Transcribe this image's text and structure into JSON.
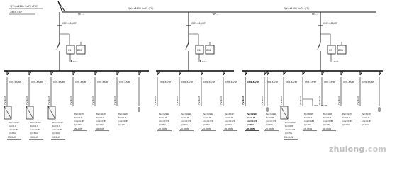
{
  "diagram": {
    "supply_label": "YJV-4x120+1x70 (P/C)",
    "supply_label_2": "2x50 / 4P",
    "feeder_cable_mid": "YJV-4x185+1x95 (PC)",
    "feeder_cable_right": "YJV-4x150+1x70 (PC)",
    "incomer_label_left": "PE ... ",
    "incomer_label_mid": "4P ... ",
    "incomer_label_right": "PE ... ",
    "sections": [
      {
        "breaker": "CM1-400/3P",
        "cap": "C1",
        "meter": "DS1",
        "meter_sub": "D=1",
        "branches": [
          {
            "breaker": "CM1-63/3P",
            "cable": "YJV-4x16",
            "lines": [
              "Pe=12kW",
              "Kx=0.8",
              "cos=0.85",
              "Ij=25A"
            ],
            "load": "25.0kW",
            "special": "box"
          },
          {
            "breaker": "CM1-63/3P",
            "cable": "YJV-4x16",
            "lines": [
              "Pe=15kW",
              "Kx=0.8",
              "cos=0.85",
              "Ij=30A"
            ],
            "load": "20.0kW",
            "special": "box2"
          },
          {
            "breaker": "CM1-63/3P",
            "cable": "YJV-4x16",
            "lines": [
              "Pe=10kW",
              "Kx=0.8",
              "cos=0.85",
              "Ij=20A"
            ],
            "load": "20.0kW",
            "special": "box3"
          },
          {
            "breaker": "CM1-63/3P",
            "cable": "YJV-4x10",
            "lines": [
              "Pe=8kW",
              "Kx=0.8",
              "cos=0.85",
              "Ij=18A"
            ],
            "load": "16.2kW",
            "special": ""
          },
          {
            "breaker": "CM1-63/3P",
            "cable": "YJV-4x10",
            "lines": [
              "Pe=9kW",
              "Kx=0.8",
              "cos=0.85",
              "Ij=19A"
            ],
            "load": "18.0kW",
            "special": ""
          },
          {
            "breaker": "CM1-63/3P",
            "cable": "YJV-4x10",
            "lines": [
              "Pe=6kW",
              "Kx=0.8",
              "cos=0.85",
              "Ij=12A"
            ],
            "load": "",
            "special": ""
          },
          {
            "breaker": "",
            "cable": "",
            "lines": [],
            "load": "",
            "special": "spare"
          }
        ]
      },
      {
        "breaker": "CM1-400/3P",
        "cap": "C2",
        "meter": "DS2",
        "meter_sub": "D=1",
        "branches": [
          {
            "breaker": "CM1-63/3P",
            "cable": "YJV-4x16",
            "lines": [
              "Pe=12kW",
              "Kx=0.8",
              "cos=0.85",
              "Ij=25A"
            ],
            "load": "25.0kW",
            "special": ""
          },
          {
            "breaker": "CM1-63/3P",
            "cable": "YJV-4x16",
            "lines": [
              "Pe=10kW",
              "Kx=0.8",
              "cos=0.85",
              "Ij=20A"
            ],
            "load": "20.0kW",
            "special": ""
          },
          {
            "breaker": "CM1-63/3P",
            "cable": "YJV-4x16",
            "lines": [
              "Pe=12kW",
              "Kx=0.8",
              "cos=0.85",
              "Ij=25A"
            ],
            "load": "25.0kW",
            "special": ""
          },
          {
            "breaker": "CM1-63/3P",
            "cable": "YJV-4x10",
            "lines": [
              "Pe=8kW",
              "Kx=0.8",
              "cos=0.85",
              "Ij=16A"
            ],
            "load": "16.0kW",
            "special": ""
          },
          {
            "breaker": "CM1-63/3P",
            "cable": "YJV-4x10",
            "lines": [
              "Pe=9kW",
              "Kx=0.8",
              "cos=0.85",
              "Ij=18A"
            ],
            "load": "18.0kW",
            "special": ""
          },
          {
            "breaker": "",
            "cable": "",
            "lines": [],
            "load": "",
            "special": "spare"
          }
        ]
      },
      {
        "breaker": "CM1-400/3P",
        "cap": "C3",
        "meter": "DS3",
        "meter_sub": "D=1",
        "branches": [
          {
            "breaker": "CM1-63/3P",
            "cable": "YJV-4x16",
            "lines": [
              "Pe=12kW",
              "Kx=0.8",
              "cos=0.85",
              "Ij=25A"
            ],
            "load": "25.0kW",
            "special": ""
          },
          {
            "breaker": "CM1-63/3P",
            "cable": "YJV-4x16",
            "lines": [
              "Pe=10kW",
              "Kx=0.8",
              "cos=0.85",
              "Ij=20A"
            ],
            "load": "20.0kW",
            "special": ""
          },
          {
            "breaker": "CM1-63/3P",
            "cable": "YJV-4x16",
            "lines": [
              "Pe=12kW",
              "Kx=0.8",
              "cos=0.85",
              "Ij=25A"
            ],
            "load": "25.0kW",
            "special": "box"
          },
          {
            "breaker": "CM1-63/3P",
            "cable": "YJV-4x10",
            "lines": [
              "Pe=8kW",
              "Kx=0.8",
              "cos=0.85",
              "Ij=16A"
            ],
            "load": "16.0kW",
            "special": "sub"
          },
          {
            "breaker": "CM1-63/3P",
            "cable": "YJV-4x10",
            "lines": [
              "Pe=9kW",
              "Kx=0.8",
              "cos=0.85",
              "Ij=18A"
            ],
            "load": "18.0kW",
            "special": ""
          },
          {
            "breaker": "CM1-63/3P",
            "cable": "YJV-4x10",
            "lines": [
              "Pe=6kW",
              "Kx=0.8",
              "cos=0.85",
              "Ij=12A"
            ],
            "load": "",
            "special": ""
          },
          {
            "breaker": "CM1-63/3P",
            "cable": "YJV-4x10",
            "lines": [
              "Pe=6kW",
              "Kx=0.8",
              "cos=0.85",
              "Ij=12A"
            ],
            "load": "",
            "special": ""
          },
          {
            "breaker": "",
            "cable": "",
            "lines": [],
            "load": "",
            "special": "spare"
          }
        ]
      }
    ],
    "sub_breaker": "CM1-100/3P"
  },
  "watermark": {
    "text_a": "zhulong",
    "text_b": ".com"
  }
}
